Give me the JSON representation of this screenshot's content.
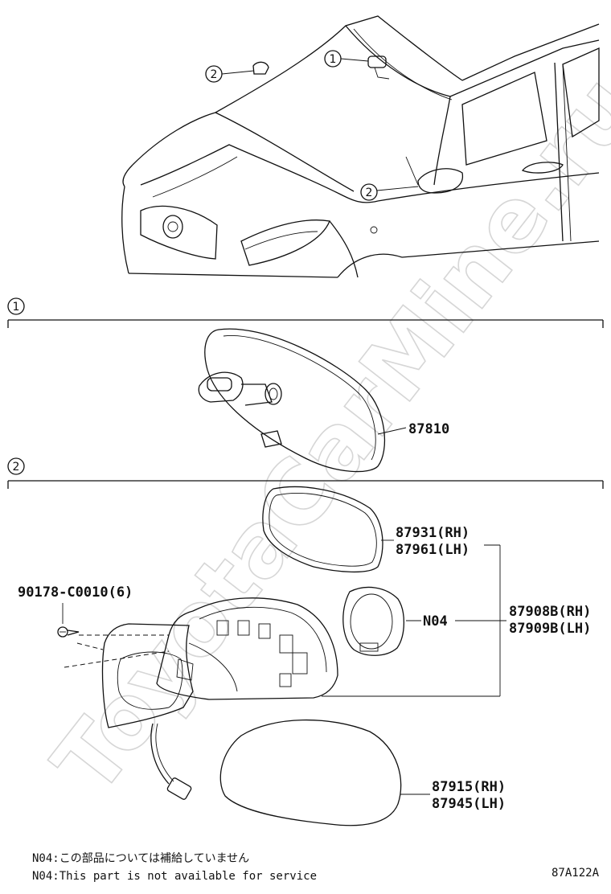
{
  "callouts": {
    "one": "1",
    "two": "2"
  },
  "sections": {
    "one_number": "1",
    "two_number": "2"
  },
  "parts": {
    "inner_mirror": "87810",
    "frame_rh": "87931(RH)",
    "frame_lh": "87961(LH)",
    "screw": "90178-C0010(6)",
    "motor": "N04",
    "mirror_assy_rh": "87908B(RH)",
    "mirror_assy_lh": "87909B(LH)",
    "glass_rh": "87915(RH)",
    "glass_lh": "87945(LH)"
  },
  "notes": {
    "jp": "N04:この部品については補給していません",
    "en": "N04:This part is not available for service"
  },
  "figure_id": "87A122A",
  "watermark": "ToyotaCarMine.ru",
  "icons": [
    "circled-number-icon",
    "car-outline",
    "rearview-mirror",
    "door-mirror-housing",
    "mirror-motor",
    "mirror-glass",
    "screw-icon",
    "connector-cable"
  ]
}
